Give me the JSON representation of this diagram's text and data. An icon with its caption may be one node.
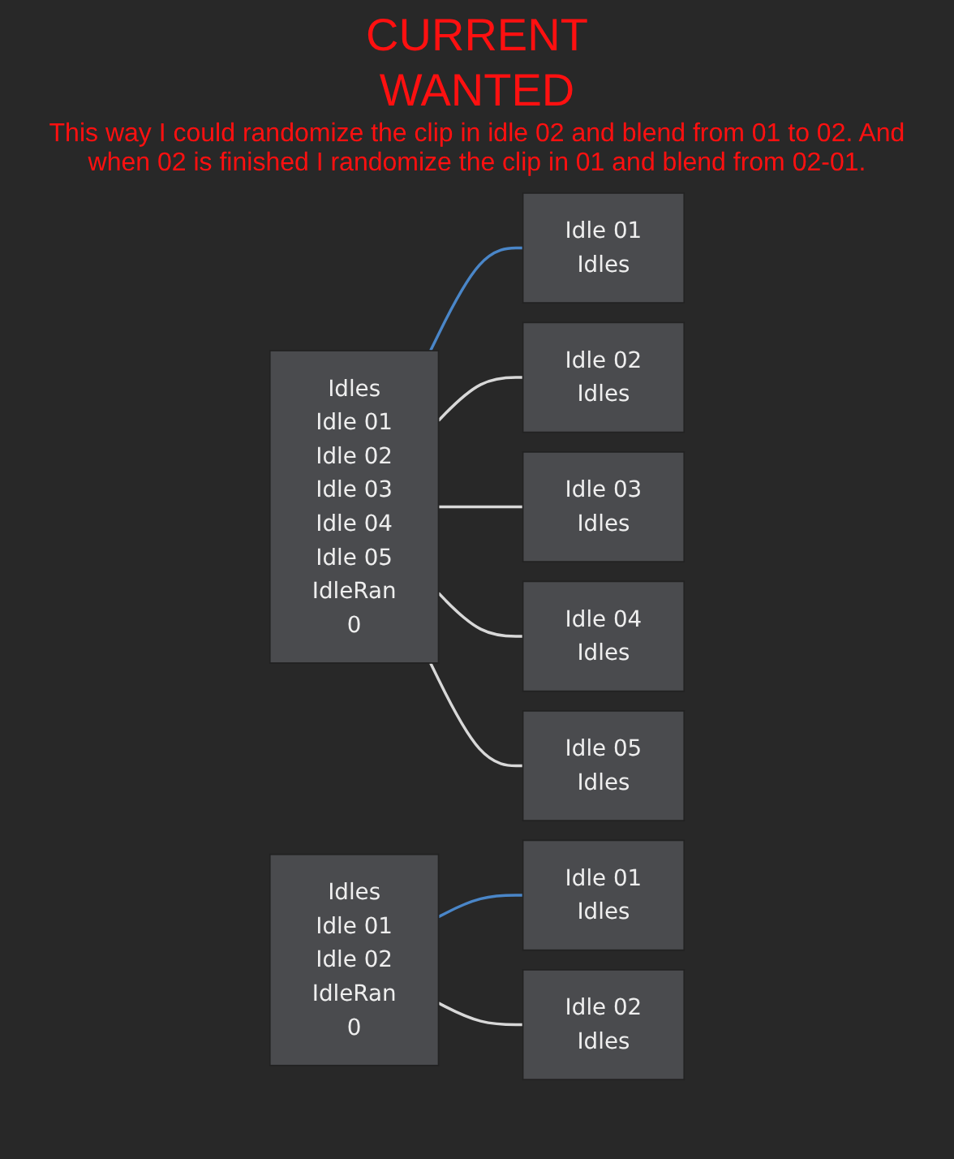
{
  "diagram": {
    "nodes": [
      {
        "text": [
          "Idles",
          "Idle 01",
          "Idle 02",
          "Idle 03",
          "Idle 04",
          "Idle 05",
          "IdleRan",
          "0"
        ]
      },
      {
        "text": [
          "Idle 01",
          "Idles"
        ]
      },
      {
        "text": [
          "Idle 02",
          "Idles"
        ]
      },
      {
        "text": [
          "Idle 03",
          "Idles"
        ]
      },
      {
        "text": [
          "Idle 04",
          "Idles"
        ]
      },
      {
        "text": [
          "Idle 05",
          "Idles"
        ]
      },
      {
        "text": [
          "Idles",
          "Idle 01",
          "Idle 02",
          "IdleRan",
          "0"
        ]
      },
      {
        "text": [
          "Idle 01",
          "Idles"
        ]
      },
      {
        "text": [
          "Idle 02",
          "Idles"
        ]
      }
    ],
    "edges": [
      {
        "from": 0,
        "to": 1,
        "arrow": "none",
        "color": "#4a86c8"
      },
      {
        "from": 0,
        "to": 2,
        "arrow": "none"
      },
      {
        "from": 0,
        "to": 3,
        "arrow": "none"
      },
      {
        "from": 0,
        "to": 4,
        "arrow": "none"
      },
      {
        "from": 0,
        "to": 5,
        "arrow": "none"
      },
      {
        "from": 6,
        "to": 7,
        "arrow": "none",
        "color": "#4a86c8"
      },
      {
        "from": 6,
        "to": 8,
        "arrow": "none"
      }
    ],
    "labels": [
      "CURRENT",
      "WANTED",
      "This way I could randomize the clip in idle 02 and blend from 01 to 02. And when 02 is finished I randomize the clip in 01 and blend from 02-01."
    ]
  }
}
